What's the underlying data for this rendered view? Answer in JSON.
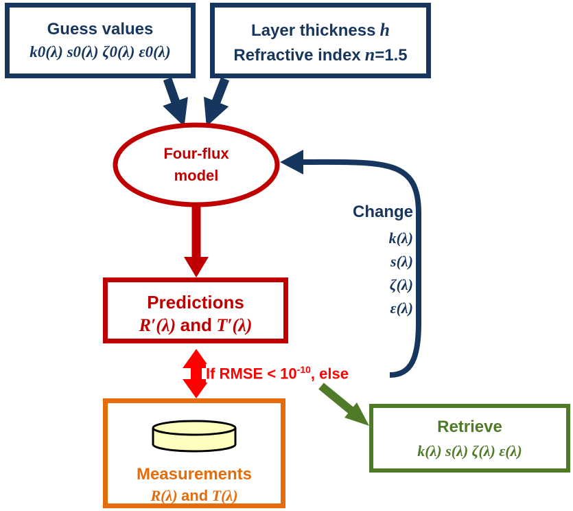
{
  "colors": {
    "navy": "#17365d",
    "red": "#c00000",
    "bright_red": "#ff0000",
    "orange": "#e46c0a",
    "green": "#4f7a28",
    "cylinder_fill": "#ffffc0"
  },
  "guess_box": {
    "title": "Guess values",
    "params": "k0(λ) s0(λ) ζ0(λ) ε0(λ)"
  },
  "layer_box": {
    "line1": "Layer thickness",
    "line1_symbol": "h",
    "line2": "Refractive index",
    "line2_symbol": "n",
    "line2_value": "=1.5"
  },
  "model": {
    "line1": "Four-flux",
    "line2": "model"
  },
  "predictions": {
    "title": "Predictions",
    "formula_r": "R′(λ)",
    "formula_and": "and",
    "formula_t": "T′(λ)"
  },
  "change_label": {
    "title": "Change",
    "items": [
      "k(λ)",
      "s(λ)",
      "ζ(λ)",
      "ε(λ)"
    ]
  },
  "condition": {
    "prefix": "If RMSE < 10",
    "exponent": "-10",
    "suffix": ", else"
  },
  "measurements": {
    "title": "Measurements",
    "formula_r": "R(λ)",
    "formula_and": "and",
    "formula_t": "T(λ)",
    "icon": "cylinder-sample-icon"
  },
  "retrieve": {
    "title": "Retrieve",
    "params": "k(λ) s(λ) ζ(λ) ε(λ)"
  }
}
